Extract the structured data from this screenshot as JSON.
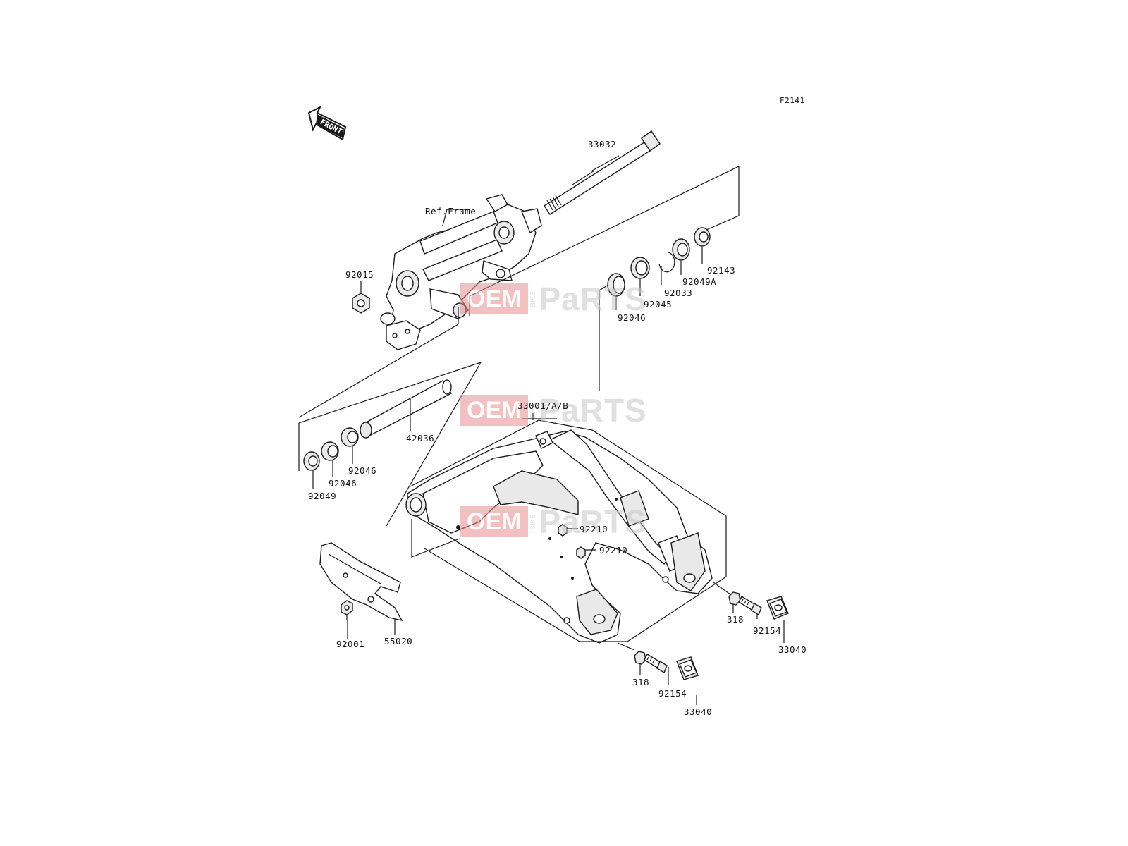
{
  "figure_code": "F2141",
  "front_label": "FRONT",
  "watermark": {
    "oem": "OEM",
    "bike": "BIKE",
    "parts": "PaRTS"
  },
  "labels": {
    "l33032": "33032",
    "ref_frame": "Ref.Frame",
    "l92015": "92015",
    "l92143": "92143",
    "l92049a": "92049A",
    "l92033": "92033",
    "l92045": "92045",
    "l92046_top": "92046",
    "l33001": "33001/A/B",
    "l42036": "42036",
    "l92046_a": "92046",
    "l92046_b": "92046",
    "l92049": "92049",
    "l92210_a": "92210",
    "l92210_b": "92210",
    "l318_a": "318",
    "l92154_a": "92154",
    "l33040_a": "33040",
    "l92001": "92001",
    "l55020": "55020",
    "l318_b": "318",
    "l92154_b": "92154",
    "l33040_b": "33040"
  }
}
